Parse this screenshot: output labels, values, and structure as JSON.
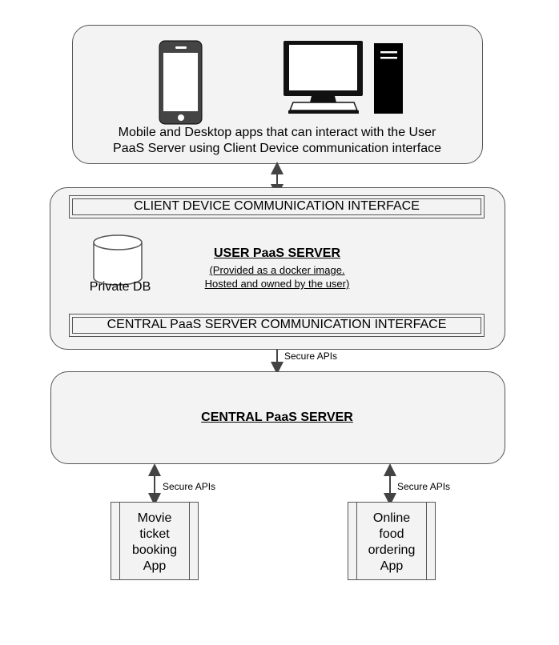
{
  "devices": {
    "caption_line1": "Mobile and Desktop apps that can interact with the User",
    "caption_line2": "PaaS Server using Client Device communication interface"
  },
  "user_server": {
    "client_interface": "CLIENT DEVICE COMMUNICATION INTERFACE",
    "title": "USER PaaS SERVER",
    "note_line1": "(Provided as a docker image.",
    "note_line2": "Hosted and owned by the user)",
    "db_label": "Private DB",
    "central_interface": "CENTRAL PaaS SERVER COMMUNICATION INTERFACE"
  },
  "central_server": {
    "title": "CENTRAL PaaS SERVER"
  },
  "connections": {
    "user_to_central": "Secure APIs",
    "central_to_movie": "Secure APIs",
    "central_to_food": "Secure APIs"
  },
  "apps": {
    "movie": [
      "Movie",
      "ticket",
      "booking",
      "App"
    ],
    "food": [
      "Online",
      "food",
      "ordering",
      "App"
    ]
  }
}
